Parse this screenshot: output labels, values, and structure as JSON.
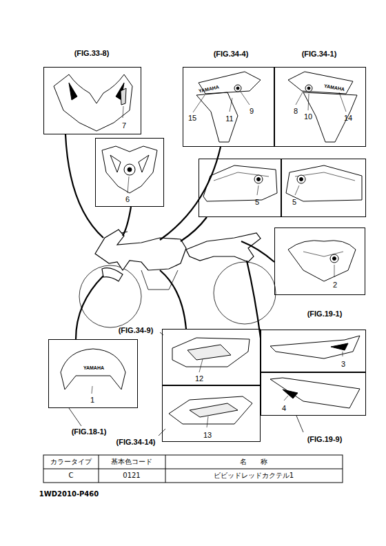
{
  "diagram": {
    "nodes": [
      {
        "text": [
          "(FIG.33-8)",
          "7"
        ]
      },
      {
        "text": [
          "(FIG.34-4)",
          "YAMAHA",
          "15",
          "11",
          "9"
        ]
      },
      {
        "text": [
          "(FIG.34-1)",
          "YAMAHA",
          "8",
          "10",
          "14"
        ]
      },
      {
        "text": [
          "6"
        ]
      },
      {
        "text": [
          "5"
        ]
      },
      {
        "text": [
          "5"
        ]
      },
      {
        "text": [
          "2"
        ]
      },
      {
        "text": [
          "(FIG.19-1)",
          "3"
        ]
      },
      {
        "text": [
          "4",
          "(FIG.19-9)"
        ]
      },
      {
        "text": [
          "(FIG.34-9)",
          "12"
        ]
      },
      {
        "text": [
          "13",
          "(FIG.34-14)"
        ]
      },
      {
        "text": [
          "YAMAHA",
          "1",
          "(FIG.18-1)"
        ]
      }
    ],
    "labels": [
      "カラータイプ",
      "基本色コード",
      "名　　称",
      "C",
      "0121",
      "ビビッドレッドカクテル1",
      "1WD2010-P460"
    ]
  }
}
